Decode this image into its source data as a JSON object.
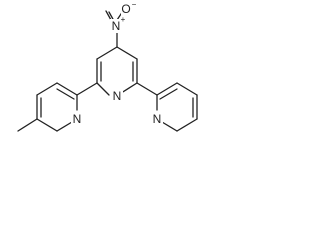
{
  "molecule": {
    "atoms": {
      "nitro_n": "N",
      "nitro_n_charge": "+",
      "nitro_o": "O",
      "nitro_o_charge": "−",
      "central_ring_n": "N",
      "left_ring_n": "N",
      "right_ring_n": "N"
    }
  }
}
